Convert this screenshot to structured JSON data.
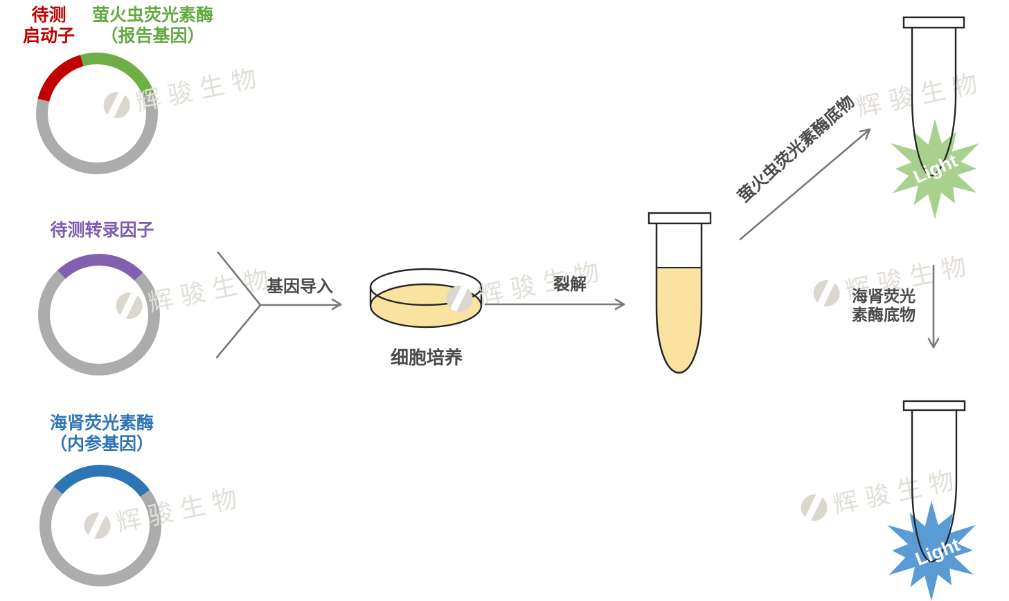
{
  "colors": {
    "arc_red": "#C00000",
    "arc_green": "#70AD47",
    "arc_purple": "#8161AF",
    "arc_blue": "#2E75B6",
    "ring_gray": "#ACACAC",
    "label_red": "#C00000",
    "label_green": "#63A943",
    "label_purple": "#7D5BAE",
    "label_blue": "#2E74B5",
    "text_dark": "#4A4A4A",
    "line_gray": "#787878",
    "outline_dark": "#262626",
    "liquid_yellow": "#FAE3A0",
    "star_green": "#A9D18E",
    "star_blue": "#5B9BD5",
    "light_text": "#FFFFFF",
    "wm": "#E2DFD8",
    "wm_logo": "#DBD7CF"
  },
  "plasmids": {
    "reporter": {
      "promoter_lines": [
        "待测",
        "启动子"
      ],
      "gene_lines": [
        "萤火虫荧光素酶",
        "（报告基因）"
      ]
    },
    "transcription_factor": {
      "label": "待测转录因子"
    },
    "internal_control": {
      "gene_lines": [
        "海肾荧光素酶",
        "（内参基因）"
      ]
    }
  },
  "steps": {
    "gene_introduction": "基因导入",
    "cell_culture": "细胞培养",
    "lysis": "裂解",
    "firefly_substrate": "萤火虫荧光素酶底物",
    "renilla_substrate_lines": [
      "海肾荧光",
      "素酶底物"
    ]
  },
  "results": {
    "firefly_light": "Light",
    "renilla_light": "Light"
  },
  "watermark": {
    "text": "辉骏生物"
  }
}
